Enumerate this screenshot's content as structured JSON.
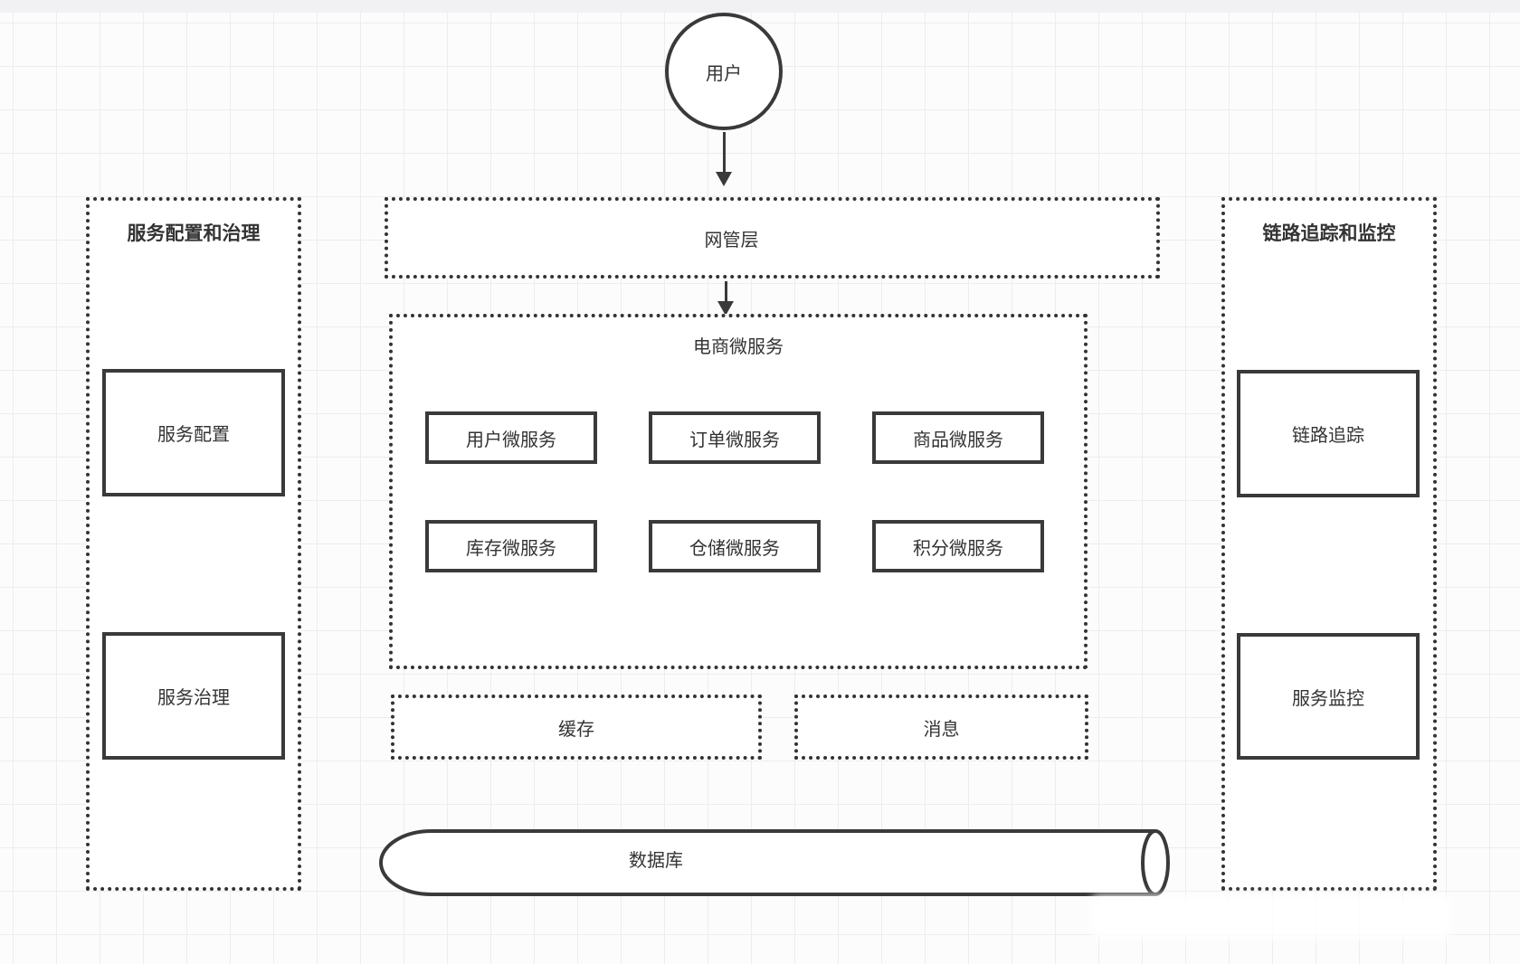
{
  "canvas": {
    "background": "#fcfcfd",
    "grid_color": "#ededf0",
    "stroke_color": "#3a3a3a",
    "text_color": "#333333"
  },
  "nodes": {
    "user": {
      "label": "用户",
      "shape": "circle"
    },
    "gateway": {
      "label": "网管层",
      "shape": "dotted-rect"
    },
    "microservices": {
      "title": "电商微服务",
      "shape": "dotted-container",
      "services": [
        "用户微服务",
        "订单微服务",
        "商品微服务",
        "库存微服务",
        "仓储微服务",
        "积分微服务"
      ]
    },
    "cache": {
      "label": "缓存",
      "shape": "dotted-rect"
    },
    "message": {
      "label": "消息",
      "shape": "dotted-rect"
    },
    "database": {
      "label": "数据库",
      "shape": "cylinder"
    }
  },
  "panels": {
    "left": {
      "title": "服务配置和治理",
      "items": [
        "服务配置",
        "服务治理"
      ]
    },
    "right": {
      "title": "链路追踪和监控",
      "items": [
        "链路追踪",
        "服务监控"
      ]
    }
  },
  "edges": [
    {
      "from": "用户",
      "to": "网管层"
    },
    {
      "from": "网管层",
      "to": "电商微服务"
    }
  ]
}
